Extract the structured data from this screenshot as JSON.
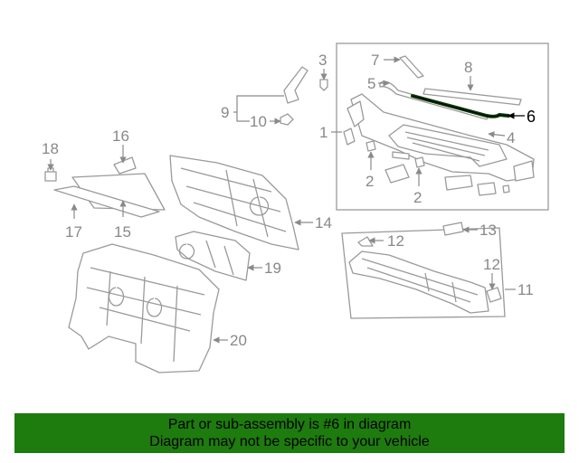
{
  "callouts": {
    "c1": "1",
    "c2a": "2",
    "c2b": "2",
    "c3": "3",
    "c4": "4",
    "c5": "5",
    "c6": "6",
    "c7": "7",
    "c8": "8",
    "c9": "9",
    "c10": "10",
    "c11": "11",
    "c12a": "12",
    "c12b": "12",
    "c13": "13",
    "c14": "14",
    "c15": "15",
    "c16": "16",
    "c17": "17",
    "c18": "18",
    "c19": "19",
    "c20": "20"
  },
  "highlight": {
    "part_number": "6",
    "color": "#000000"
  },
  "banner": {
    "line1": "Part or sub-assembly is #6 in diagram",
    "line2": "Diagram may not be specific to your vehicle",
    "background": "#1e7b0e"
  }
}
